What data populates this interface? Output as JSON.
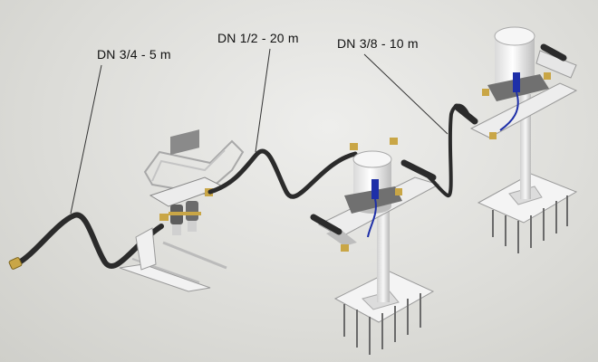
{
  "labels": {
    "hose_a": "DN 3/4 - 5 m",
    "hose_b": "DN 1/2 - 20 m",
    "hose_c": "DN 3/8 - 10 m"
  },
  "colors": {
    "background": "#dcdcd8",
    "hose": "#2b2b2b",
    "metal": "#f2f2f2",
    "brass": "#c9a646",
    "sensor": "#1e2fa8"
  }
}
